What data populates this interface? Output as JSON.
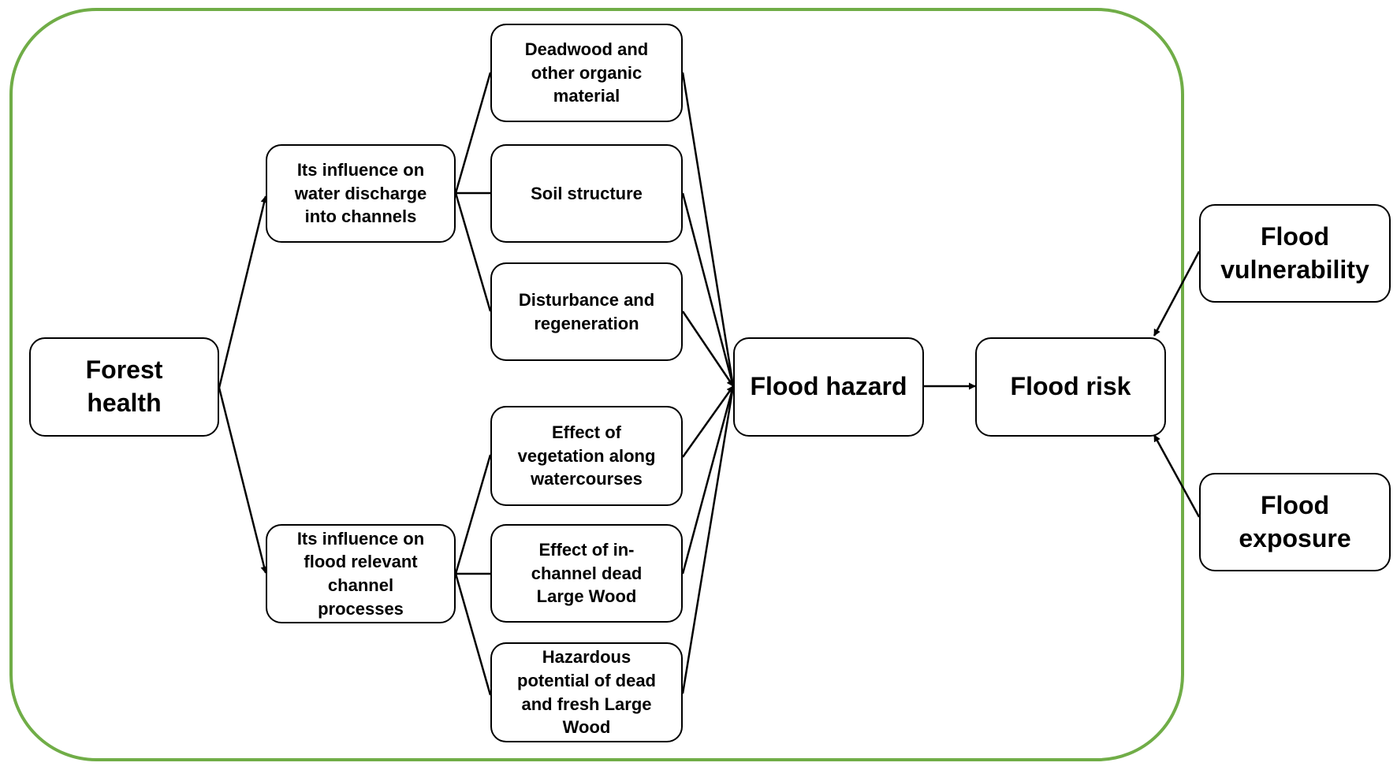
{
  "nodes": {
    "forest_health": "Forest health",
    "water_discharge": "Its influence on water discharge into channels",
    "channel_processes": "Its influence on flood relevant channel processes",
    "deadwood": "Deadwood and other organic material",
    "soil": "Soil structure",
    "disturbance": "Disturbance and regeneration",
    "vegetation": "Effect of vegetation along watercourses",
    "in_channel": "Effect of in-channel dead Large Wood",
    "hazardous": "Hazardous potential of dead and fresh Large Wood",
    "flood_hazard": "Flood hazard",
    "flood_risk": "Flood risk",
    "flood_vulnerability": "Flood vulnerability",
    "flood_exposure": "Flood exposure"
  },
  "colors": {
    "frame": "#70ad47",
    "stroke": "#000000"
  }
}
